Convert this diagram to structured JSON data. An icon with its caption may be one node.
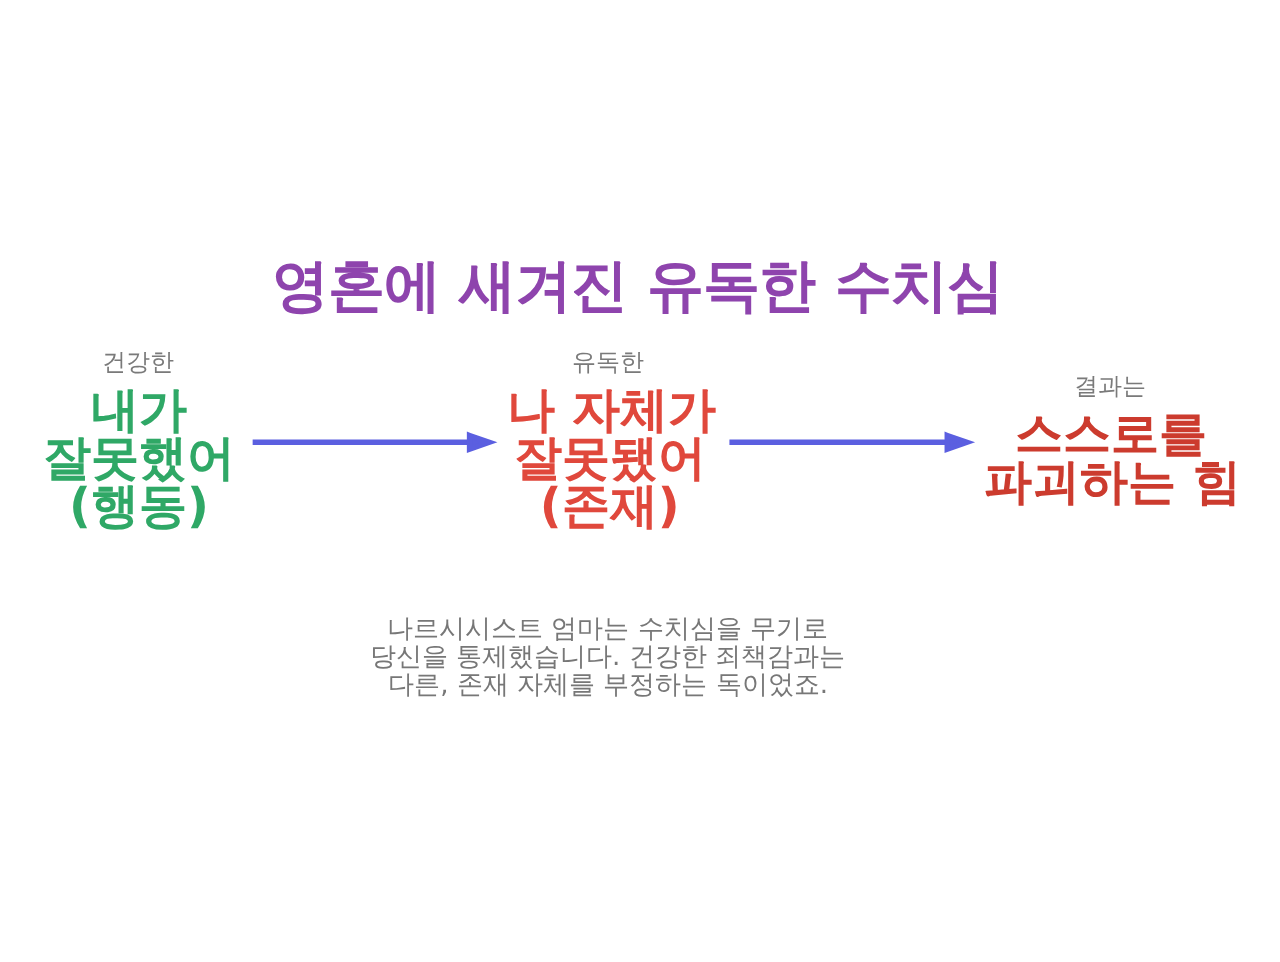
{
  "diagram": {
    "title": "영혼에 새겨진 유독한 수치심",
    "nodes": [
      {
        "text": [
          "건강한",
          "내가 잘못했어 (행동)"
        ]
      },
      {
        "text": [
          "유독한",
          "나 자체가 잘못됐어 (존재)"
        ]
      },
      {
        "text": [
          "결과는",
          "스스로를 파괴하는 힘"
        ]
      }
    ],
    "edges": [
      {
        "from": 0,
        "to": 1,
        "arrow": "to"
      },
      {
        "from": 1,
        "to": 2,
        "arrow": "to"
      }
    ],
    "labels": [
      "나르시시스트 엄마는 수치심을 무기로 당신을 통제했습니다. 건강한 죄책감과는 다른, 존재 자체를 부정하는 독이었죠."
    ]
  }
}
